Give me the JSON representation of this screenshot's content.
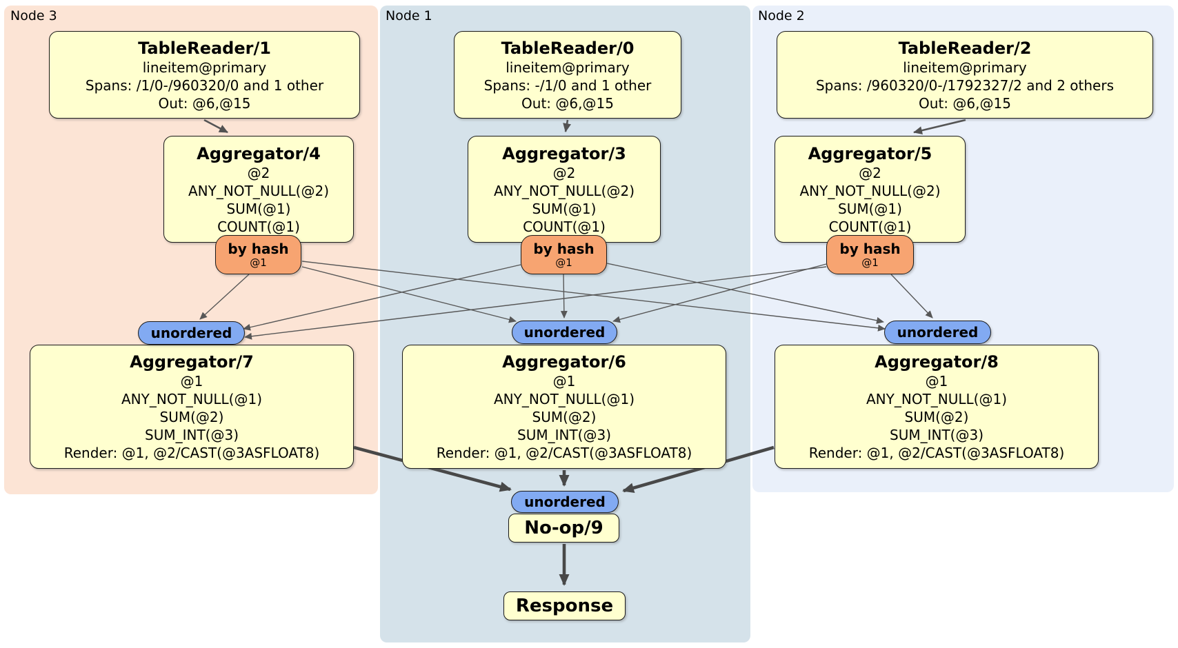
{
  "diagram": {
    "colors": {
      "node3_background": "#fce4d5",
      "node1_background": "#d5e2ea",
      "node2_background": "#eaf0fa",
      "processor_fill": "#ffffcf",
      "router_fill": "#f7a471",
      "synchronizer_fill": "#82aaf2"
    },
    "regions": {
      "node3": {
        "label": "Node 3"
      },
      "node1": {
        "label": "Node 1"
      },
      "node2": {
        "label": "Node 2"
      }
    },
    "processors": {
      "tablereader1": {
        "title": "TableReader/1",
        "lines": [
          "lineitem@primary",
          "Spans: /1/0-/960320/0 and 1 other",
          "Out: @6,@15"
        ]
      },
      "tablereader0": {
        "title": "TableReader/0",
        "lines": [
          "lineitem@primary",
          "Spans: -/1/0 and 1 other",
          "Out: @6,@15"
        ]
      },
      "tablereader2": {
        "title": "TableReader/2",
        "lines": [
          "lineitem@primary",
          "Spans: /960320/0-/1792327/2 and 2 others",
          "Out: @6,@15"
        ]
      },
      "aggregator4": {
        "title": "Aggregator/4",
        "lines": [
          "@2",
          "ANY_NOT_NULL(@2)",
          "SUM(@1)",
          "COUNT(@1)"
        ]
      },
      "aggregator3": {
        "title": "Aggregator/3",
        "lines": [
          "@2",
          "ANY_NOT_NULL(@2)",
          "SUM(@1)",
          "COUNT(@1)"
        ]
      },
      "aggregator5": {
        "title": "Aggregator/5",
        "lines": [
          "@2",
          "ANY_NOT_NULL(@2)",
          "SUM(@1)",
          "COUNT(@1)"
        ]
      },
      "aggregator7": {
        "title": "Aggregator/7",
        "lines": [
          "@1",
          "ANY_NOT_NULL(@1)",
          "SUM(@2)",
          "SUM_INT(@3)",
          "Render: @1, @2/CAST(@3ASFLOAT8)"
        ]
      },
      "aggregator6": {
        "title": "Aggregator/6",
        "lines": [
          "@1",
          "ANY_NOT_NULL(@1)",
          "SUM(@2)",
          "SUM_INT(@3)",
          "Render: @1, @2/CAST(@3ASFLOAT8)"
        ]
      },
      "aggregator8": {
        "title": "Aggregator/8",
        "lines": [
          "@1",
          "ANY_NOT_NULL(@1)",
          "SUM(@2)",
          "SUM_INT(@3)",
          "Render: @1, @2/CAST(@3ASFLOAT8)"
        ]
      },
      "noop9": {
        "title": "No-op/9"
      },
      "response": {
        "title": "Response"
      }
    },
    "routers": {
      "hash4": {
        "label": "by hash",
        "detail": "@1"
      },
      "hash3": {
        "label": "by hash",
        "detail": "@1"
      },
      "hash5": {
        "label": "by hash",
        "detail": "@1"
      }
    },
    "synchronizers": {
      "unordered_node3": {
        "label": "unordered"
      },
      "unordered_node1": {
        "label": "unordered"
      },
      "unordered_node2": {
        "label": "unordered"
      },
      "unordered_final": {
        "label": "unordered"
      }
    }
  }
}
